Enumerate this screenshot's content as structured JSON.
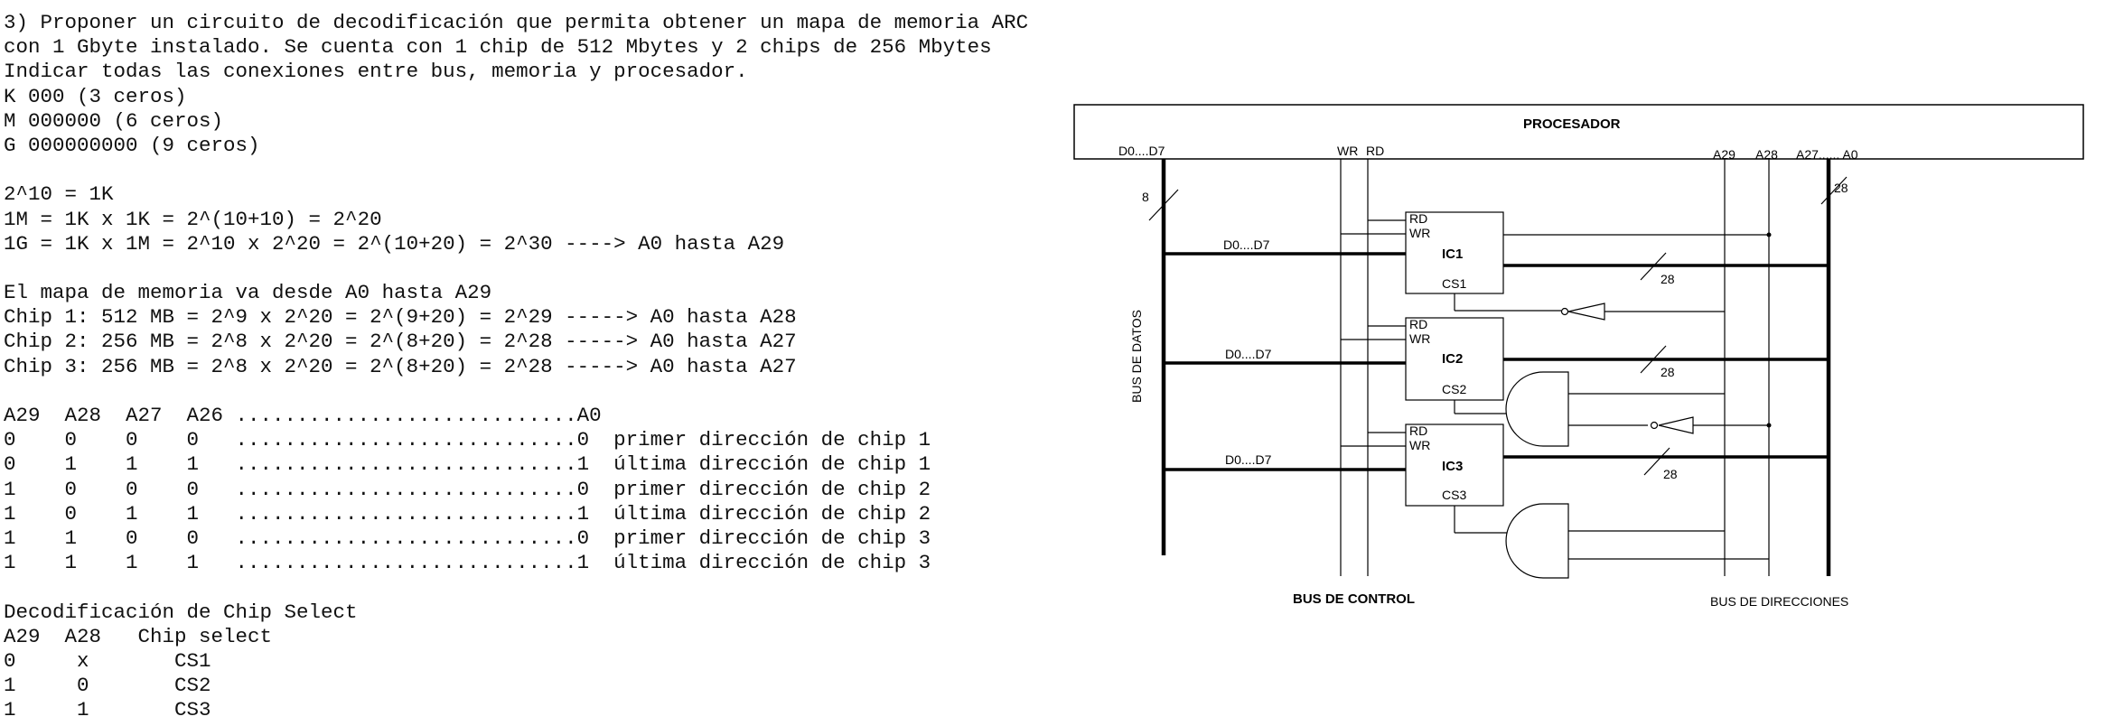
{
  "text": {
    "lines": [
      "3) Proponer un circuito de decodificación que permita obtener un mapa de memoria ARC",
      "con 1 Gbyte instalado. Se cuenta con 1 chip de 512 Mbytes y 2 chips de 256 Mbytes",
      "Indicar todas las conexiones entre bus, memoria y procesador.",
      "K 000 (3 ceros)",
      "M 000000 (6 ceros)",
      "G 000000000 (9 ceros)",
      "",
      "2^10 = 1K",
      "1M = 1K x 1K = 2^(10+10) = 2^20",
      "1G = 1K x 1M = 2^10 x 2^20 = 2^(10+20) = 2^30 ----> A0 hasta A29",
      "",
      "El mapa de memoria va desde A0 hasta A29",
      "Chip 1: 512 MB = 2^9 x 2^20 = 2^(9+20) = 2^29 -----> A0 hasta A28",
      "Chip 2: 256 MB = 2^8 x 2^20 = 2^(8+20) = 2^28 -----> A0 hasta A27",
      "Chip 3: 256 MB = 2^8 x 2^20 = 2^(8+20) = 2^28 -----> A0 hasta A27",
      "",
      "A29  A28  A27  A26 ............................A0",
      "0    0    0    0   ............................0  primer dirección de chip 1",
      "0    1    1    1   ............................1  última dirección de chip 1",
      "1    0    0    0   ............................0  primer dirección de chip 2",
      "1    0    1    1   ............................1  última dirección de chip 2",
      "1    1    0    0   ............................0  primer dirección de chip 3",
      "1    1    1    1   ............................1  última dirección de chip 3",
      "",
      "Decodificación de Chip Select",
      "A29  A28   Chip select",
      "0     x       CS1",
      "1     0       CS2",
      "1     1       CS3"
    ]
  },
  "diagram": {
    "processor": "PROCESADOR",
    "data_pins": "D0....D7",
    "wr": "WR",
    "rd": "RD",
    "a29": "A29",
    "a28": "A28",
    "a27_a0": "A27...... A0",
    "data_width": "8",
    "addr_width": "28",
    "bus_datos": "BUS DE DATOS",
    "bus_control": "BUS DE CONTROL",
    "bus_direcciones": "BUS DE DIRECCIONES",
    "chips": [
      {
        "name": "IC1",
        "cs": "CS1",
        "rd": "RD",
        "wr": "WR",
        "data": "D0....D7",
        "addr": "28"
      },
      {
        "name": "IC2",
        "cs": "CS2",
        "rd": "RD",
        "wr": "WR",
        "data": "D0....D7",
        "addr": "28"
      },
      {
        "name": "IC3",
        "cs": "CS3",
        "rd": "RD",
        "wr": "WR",
        "data": "D0....D7",
        "addr": "28"
      }
    ]
  }
}
